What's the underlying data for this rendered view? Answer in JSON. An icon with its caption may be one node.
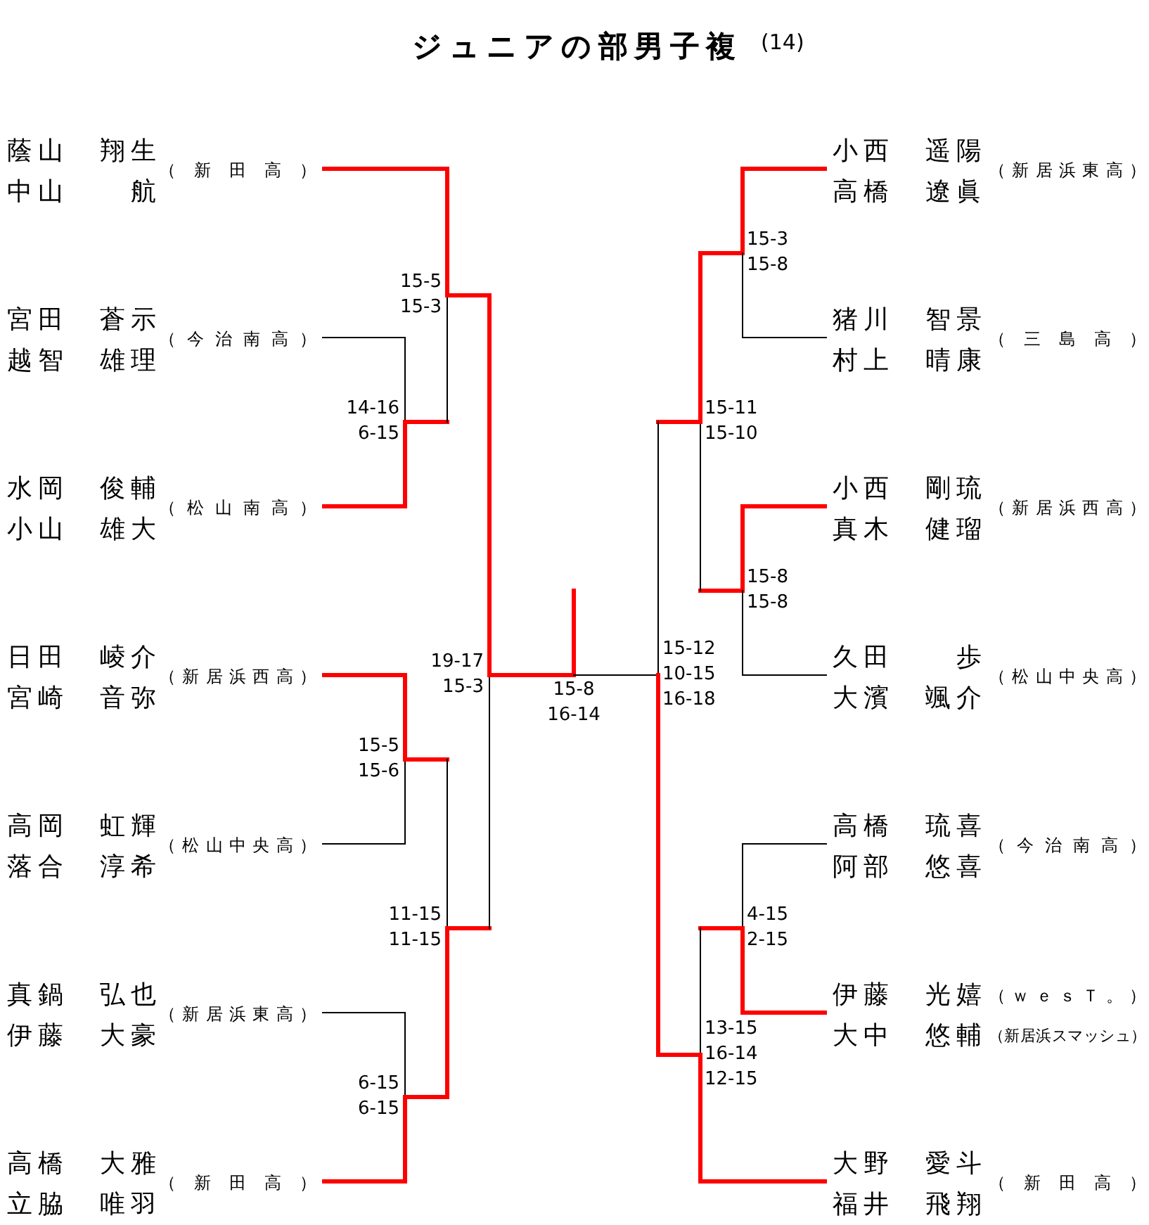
{
  "diagram": {
    "title": "ジュニアの部男子複",
    "nodes": [
      {
        "text": [
          "蔭山　翔生",
          "中山　　航",
          "（新田高）"
        ]
      },
      {
        "text": [
          "宮田　蒼示",
          "越智　雄理",
          "（今治南高）"
        ]
      },
      {
        "text": [
          "水岡　俊輔",
          "小山　雄大",
          "（松山南高）"
        ]
      },
      {
        "text": [
          "日田　崚介",
          "宮崎　音弥",
          "（新居浜西高）"
        ]
      },
      {
        "text": [
          "高岡　虹輝",
          "落合　淳希",
          "（松山中央高）"
        ]
      },
      {
        "text": [
          "真鍋　弘也",
          "伊藤　大豪",
          "（新居浜東高）"
        ]
      },
      {
        "text": [
          "高橋　大雅",
          "立脇　唯羽",
          "（新田高）"
        ]
      },
      {
        "text": [
          "14-16",
          "6-15"
        ]
      },
      {
        "text": [
          "15-5",
          "15-3"
        ]
      },
      {
        "text": [
          "15-5",
          "15-6"
        ]
      },
      {
        "text": [
          "6-15",
          "6-15"
        ]
      },
      {
        "text": [
          "11-15",
          "11-15"
        ]
      },
      {
        "text": [
          "19-17",
          "15-3"
        ]
      },
      {
        "text": [
          "15-8",
          "16-14"
        ]
      },
      {
        "text": [
          "15-3",
          "15-8"
        ]
      },
      {
        "text": [
          "15-8",
          "15-8"
        ]
      },
      {
        "text": [
          "15-11",
          "15-10"
        ]
      },
      {
        "text": [
          "4-15",
          "2-15"
        ]
      },
      {
        "text": [
          "13-15",
          "16-14",
          "12-15"
        ]
      },
      {
        "text": [
          "15-12",
          "10-15",
          "16-18"
        ]
      },
      {
        "text": [
          "小西　遥陽",
          "高橋　遼眞",
          "（新居浜東高）"
        ]
      },
      {
        "text": [
          "猪川　智景",
          "村上　晴康",
          "（三島高）"
        ]
      },
      {
        "text": [
          "小西　剛琉",
          "真木　健瑠",
          "（新居浜西高）"
        ]
      },
      {
        "text": [
          "久田　　歩",
          "大濱　颯介",
          "（松山中央高）"
        ]
      },
      {
        "text": [
          "高橋　琉喜",
          "阿部　悠喜",
          "（今治南高）"
        ]
      },
      {
        "text": [
          "伊藤　光嬉",
          "（ｗｅｓＴ。）",
          "大中　悠輔",
          "（新居浜スマッシュ）"
        ]
      },
      {
        "text": [
          "大野　愛斗",
          "福井　飛翔",
          "（新田高）"
        ]
      }
    ],
    "edges": [
      {
        "from": 0,
        "to": 8,
        "arrow": "none"
      },
      {
        "from": 1,
        "to": 7,
        "arrow": "none",
        "color": "#000000"
      },
      {
        "from": 2,
        "to": 7,
        "arrow": "none"
      },
      {
        "from": 3,
        "to": 9,
        "arrow": "none"
      },
      {
        "from": 4,
        "to": 9,
        "arrow": "none",
        "color": "#000000"
      },
      {
        "from": 5,
        "to": 10,
        "arrow": "none",
        "color": "#000000"
      },
      {
        "from": 6,
        "to": 10,
        "arrow": "none"
      },
      {
        "from": 7,
        "to": 8,
        "arrow": "none",
        "color": "#000000"
      },
      {
        "from": 9,
        "to": 11,
        "arrow": "none",
        "color": "#000000"
      },
      {
        "from": 10,
        "to": 11,
        "arrow": "none"
      },
      {
        "from": 8,
        "to": 12,
        "arrow": "none"
      },
      {
        "from": 11,
        "to": 12,
        "arrow": "none",
        "color": "#000000"
      },
      {
        "from": 12,
        "to": 13,
        "arrow": "none"
      },
      {
        "from": 13,
        "to": null,
        "arrow": "none"
      },
      {
        "from": 19,
        "to": 13,
        "arrow": "none",
        "color": "#000000"
      },
      {
        "from": 14,
        "to": 16,
        "arrow": "none"
      },
      {
        "from": 15,
        "to": 16,
        "arrow": "none",
        "color": "#000000"
      },
      {
        "from": 16,
        "to": 19,
        "arrow": "none",
        "color": "#000000"
      },
      {
        "from": 17,
        "to": 18,
        "arrow": "none",
        "color": "#000000"
      },
      {
        "from": 18,
        "to": 19,
        "arrow": "none"
      },
      {
        "from": 20,
        "to": 14,
        "arrow": "none"
      },
      {
        "from": 21,
        "to": 14,
        "arrow": "none",
        "color": "#000000"
      },
      {
        "from": 22,
        "to": 15,
        "arrow": "none"
      },
      {
        "from": 23,
        "to": 15,
        "arrow": "none",
        "color": "#000000"
      },
      {
        "from": 24,
        "to": 17,
        "arrow": "none",
        "color": "#000000"
      },
      {
        "from": 25,
        "to": 17,
        "arrow": "none"
      },
      {
        "from": 26,
        "to": 18,
        "arrow": "none"
      }
    ],
    "labels": [
      "(14)"
    ]
  }
}
